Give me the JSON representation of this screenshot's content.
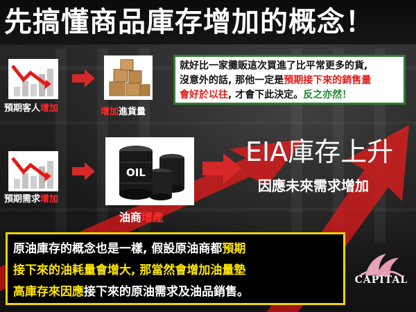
{
  "title": "先搞懂商品庫存增加的概念！",
  "info_box": {
    "line1": "就好比一家攤販這次買進了比平常更多的貨,",
    "line2_prefix": "沒意外的話, 那他一定是",
    "line2_red": "預期接下來的銷售量",
    "line3_red": "會好於以往",
    "line3_mid": ", 才會下此決定。",
    "line3_green": "反之亦然！"
  },
  "row1": {
    "left_label_prefix": "預期客人",
    "left_label_red": "增加",
    "right_label_red": "增加",
    "right_label_suffix": "進貨量"
  },
  "row2": {
    "left_label_prefix": "預期需求",
    "left_label_red": "增加",
    "barrel_text": "OIL",
    "right_label_prefix": "油商",
    "right_label_red": "增產"
  },
  "eia": {
    "main": "EIA庫存上升",
    "sub": "因應未來需求增加"
  },
  "bottom_box": {
    "p1": "原油庫存的概念也是一樣, 假設原油商都",
    "p1_yellow": "預期",
    "p2_yellow": "接下來的油耗量會增大, 那當然會增加油量墊",
    "p3_yellow": "高庫存來因應",
    "p3": "接下來的原油需求及油品銷售。"
  },
  "logo": {
    "text": "CAPITAL"
  },
  "colors": {
    "accent_red": "#e41b17",
    "accent_yellow": "#ffe600",
    "box_green": "#2e7d32",
    "arrow_red": "#d62828"
  }
}
